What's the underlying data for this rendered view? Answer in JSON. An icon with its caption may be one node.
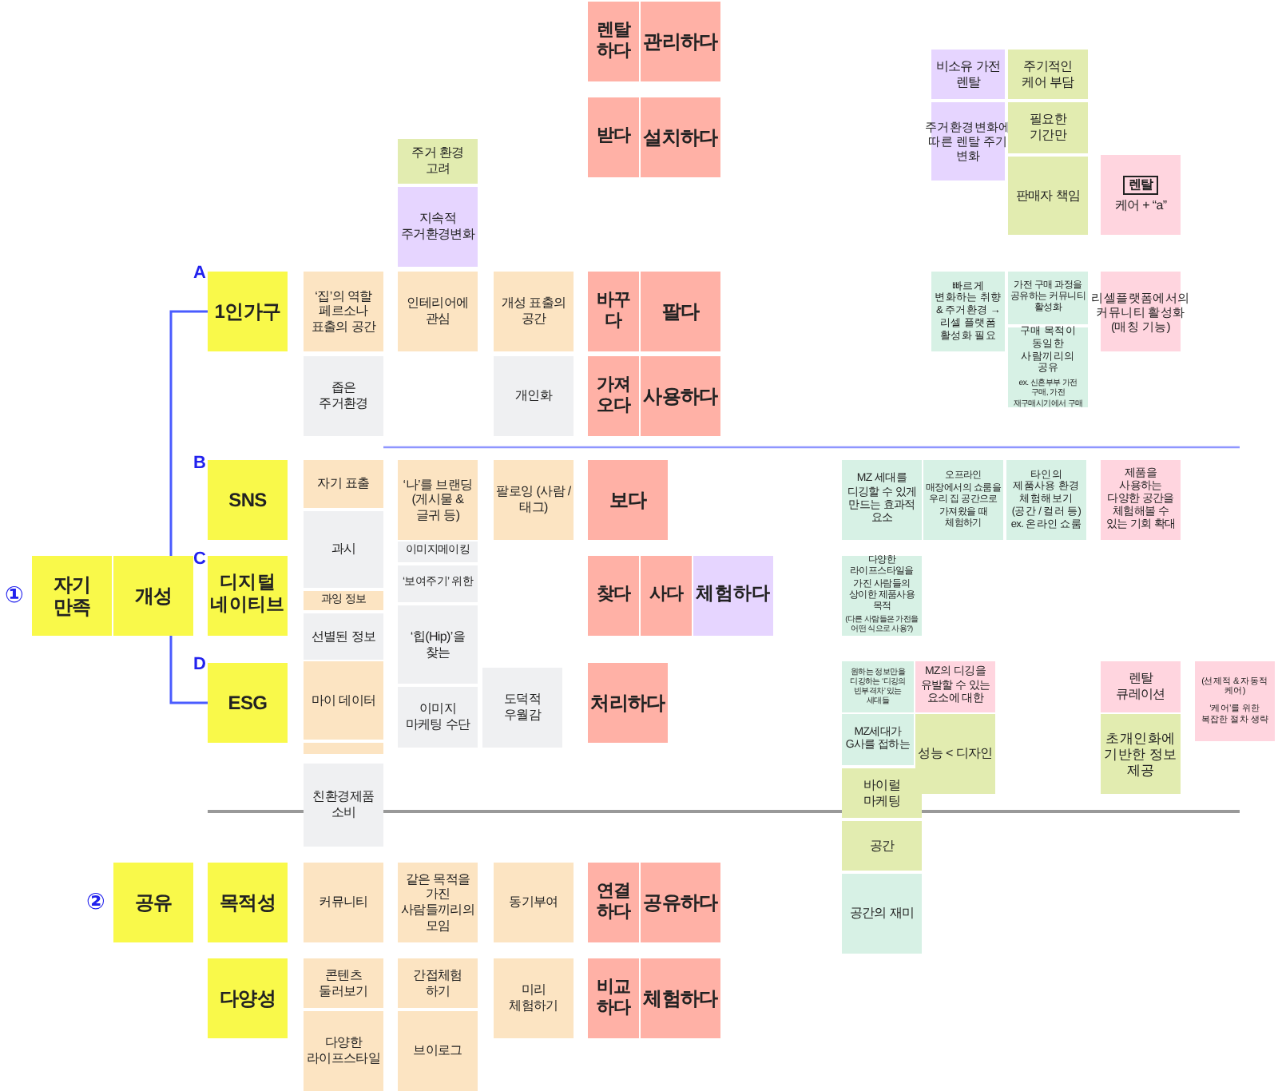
{
  "diagram": {
    "nodes": [
      {
        "text": [
          "렌탈하다"
        ]
      },
      {
        "text": [
          "관리하다"
        ]
      },
      {
        "text": [
          "비소유 가전 렌탈"
        ]
      },
      {
        "text": [
          "주기적인 케어 부담"
        ]
      },
      {
        "text": [
          "받다"
        ]
      },
      {
        "text": [
          "설치하다"
        ]
      },
      {
        "text": [
          "주거환경변화에 따른 렌탈 주기 변화"
        ]
      },
      {
        "text": [
          "필요한 기간만"
        ]
      },
      {
        "text": [
          "주거 환경 고려"
        ]
      },
      {
        "text": [
          "판매자 책임"
        ]
      },
      {
        "text": [
          "렌탈",
          "케어 + “a”"
        ]
      },
      {
        "text": [
          "지속적 주거환경변화"
        ]
      },
      {
        "text": [
          "1인가구"
        ]
      },
      {
        "text": [
          "‘집’의 역할 페르소나 표출의 공간"
        ]
      },
      {
        "text": [
          "인테리어에 관심"
        ]
      },
      {
        "text": [
          "개성 표출의 공간"
        ]
      },
      {
        "text": [
          "바꾸다"
        ]
      },
      {
        "text": [
          "팔다"
        ]
      },
      {
        "text": [
          "빠르게 변화하는 취향 & 주거환경 → 리셀 플랫폼 활성화 필요"
        ]
      },
      {
        "text": [
          "가전 구매 과정을 공유하는 커뮤니티 활성화"
        ]
      },
      {
        "text": [
          "리셀플랫폼에서의 커뮤니티 활성화 (매칭 기능)"
        ]
      },
      {
        "text": [
          "구매 목적이 동일한 사람끼리의 공유",
          "ex. 신혼부부 가전 구매, 가전 재구매시기에서 구매"
        ]
      },
      {
        "text": [
          "좁은 주거환경"
        ]
      },
      {
        "text": [
          "개인화"
        ]
      },
      {
        "text": [
          "가져오다"
        ]
      },
      {
        "text": [
          "사용하다"
        ]
      },
      {
        "text": [
          "SNS"
        ]
      },
      {
        "text": [
          "자기 표출"
        ]
      },
      {
        "text": [
          "‘나’를 브랜딩 (게시물 & 글귀 등)"
        ]
      },
      {
        "text": [
          "팔로잉 (사람 / 태그)"
        ]
      },
      {
        "text": [
          "보다"
        ]
      },
      {
        "text": [
          "MZ 세대를 디깅할 수 있게 만드는 효과적 요소"
        ]
      },
      {
        "text": [
          "오프라인 매장에서의 쇼룸을 우리 집 공간으로 가져왔을 때 체험하기"
        ]
      },
      {
        "text": [
          "타인의 제품사용 환경 체험해보기 (공간 / 컬러 등) ex. 온라인 쇼룸"
        ]
      },
      {
        "text": [
          "제품을 사용하는 다양한 공간을 체험해볼 수 있는 기회 확대"
        ]
      },
      {
        "text": [
          "과시"
        ]
      },
      {
        "text": [
          "이미지메이킹"
        ]
      },
      {
        "text": [
          "자기 만족"
        ],
        "beside": [
          "①"
        ]
      },
      {
        "text": [
          "개성"
        ]
      },
      {
        "text": [
          "디지털 네이티브"
        ]
      },
      {
        "text": [
          "‘보여주기’ 위한"
        ]
      },
      {
        "text": [
          "찾다"
        ]
      },
      {
        "text": [
          "사다"
        ]
      },
      {
        "text": [
          "체험하다"
        ]
      },
      {
        "text": [
          "다양한 라이프스타일을 가진 사람들의 상이한 제품사용 목적",
          "(다른 사람들은 가전을 어떤 식으로 사용?)"
        ]
      },
      {
        "text": [
          "과잉 정보"
        ]
      },
      {
        "text": [
          "‘힙(Hip)’을 찾는"
        ]
      },
      {
        "text": [
          "선별된 정보"
        ]
      },
      {
        "text": [
          "원하는 정보만을 디깅하는 ‘디깅의 빈부격차’ 있는 세대들"
        ]
      },
      {
        "text": [
          "MZ의 디깅을 유발할 수 있는 요소에 대한"
        ]
      },
      {
        "text": [
          "렌탈 큐레이션"
        ]
      },
      {
        "text": [
          "(선제적 & 자동적 케어)",
          "‘케어’를 위한 복잡한 절차 생략"
        ]
      },
      {
        "text": [
          "ESG"
        ]
      },
      {
        "text": [
          "마이 데이터"
        ]
      },
      {
        "text": [],
        "shape": "box"
      },
      {
        "text": [
          "이미지 마케팅 수단"
        ]
      },
      {
        "text": [
          "도덕적 우월감"
        ]
      },
      {
        "text": [
          "처리하다"
        ]
      },
      {
        "text": [
          "MZ세대가 G사를 접하는"
        ]
      },
      {
        "text": [
          "성능 < 디자인"
        ]
      },
      {
        "text": [
          "초개인화에 기반한 정보 제공"
        ]
      },
      {
        "text": [
          "친환경제품 소비"
        ]
      },
      {
        "text": [
          "바이럴 마케팅"
        ]
      },
      {
        "text": [
          "공간"
        ]
      },
      {
        "text": [
          "공간의 재미"
        ]
      },
      {
        "text": [
          "공유"
        ],
        "beside": [
          "②"
        ]
      },
      {
        "text": [
          "목적성"
        ]
      },
      {
        "text": [
          "커뮤니티"
        ]
      },
      {
        "text": [
          "같은 목적을 가진 사람들끼리의 모임"
        ]
      },
      {
        "text": [
          "동기부여"
        ]
      },
      {
        "text": [
          "연결하다"
        ]
      },
      {
        "text": [
          "공유하다"
        ]
      },
      {
        "text": [
          "다양성"
        ]
      },
      {
        "text": [
          "콘텐츠 둘러보기"
        ]
      },
      {
        "text": [
          "간접체험 하기"
        ]
      },
      {
        "text": [
          "미리 체험하기"
        ]
      },
      {
        "text": [
          "비교하다"
        ]
      },
      {
        "text": [
          "체험하다"
        ]
      },
      {
        "text": [
          "다양한 라이프스타일"
        ]
      },
      {
        "text": [
          "브이로그"
        ]
      }
    ],
    "edges": [
      {
        "from": 38,
        "to": 12,
        "arrow": "none",
        "color": "#4a5cff"
      },
      {
        "from": 38,
        "to": 52,
        "arrow": "none",
        "color": "#4a5cff"
      }
    ],
    "labels": [
      "A",
      "B",
      "C",
      "D"
    ]
  }
}
